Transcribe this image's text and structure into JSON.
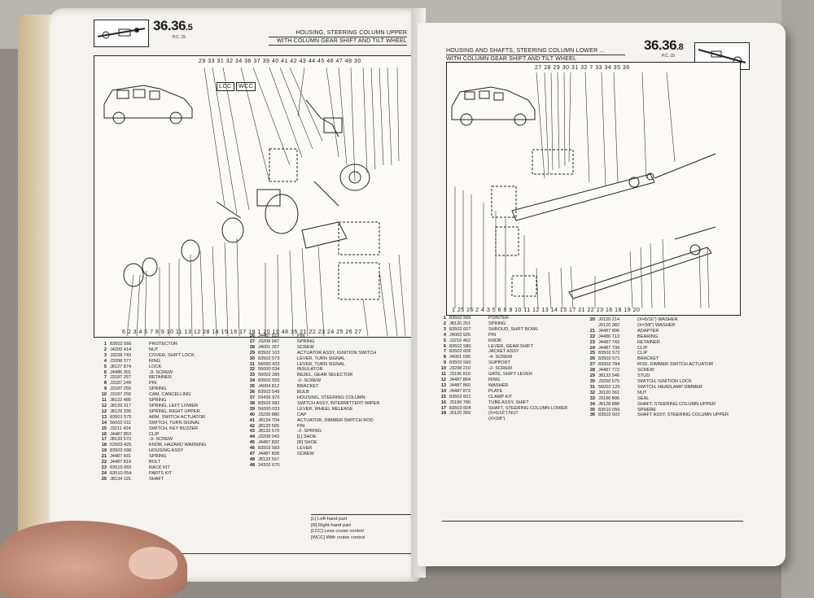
{
  "left": {
    "code": "36.36",
    "code_sub": ".5",
    "pc": "P.C. 15",
    "title1": "HOUSING, STEERING COLUMN UPPER",
    "title2": "WITH COLUMN GEAR SHIFT AND TILT WHEEL",
    "top_callouts": "29 33 31    32 34  36 37 39    40    41 42 43    44 45 46 47 48   30",
    "lcc": "LCC",
    "wcc": "WCC",
    "bottom_callouts": "6 2 3 4  5 7 8 9 10  11 13 12 28 14 15    16 17 18   1 20 19 48 35   21 22     23       24 25 26 27",
    "parts_col1": [
      {
        "n": "1",
        "p": "83502 566",
        "d": "PROTECTOR"
      },
      {
        "n": "2",
        "p": "J4200 414",
        "d": "NUT"
      },
      {
        "n": "3",
        "p": "J3228 743",
        "d": "COVER, Shift Lock"
      },
      {
        "n": "4",
        "p": "J3208 377",
        "d": "RING"
      },
      {
        "n": "5",
        "p": "J8127 874",
        "d": "LOCK"
      },
      {
        "n": "6",
        "p": "J4486 301",
        "d": "-3- SCREW"
      },
      {
        "n": "7",
        "p": "J3187 257",
        "d": "RETAINER"
      },
      {
        "n": "8",
        "p": "J3187 249",
        "d": "PIN"
      },
      {
        "n": "9",
        "p": "J3187 255",
        "d": "SPRING"
      },
      {
        "n": "10",
        "p": "J3187 256",
        "d": "CAM, Cancelling"
      },
      {
        "n": "11",
        "p": "J8122 485",
        "d": "SPRING"
      },
      {
        "n": "12",
        "p": "J8129 317",
        "d": "SPRING, Left Lower"
      },
      {
        "n": "12",
        "p": "J8129 335",
        "d": "SPRING, Right Upper"
      },
      {
        "n": "13",
        "p": "83501 575",
        "d": "ARM, Switch Actuator"
      },
      {
        "n": "14",
        "p": "56002 011",
        "d": "SWITCH, Turn Signal"
      },
      {
        "n": "15",
        "p": "J3211 424",
        "d": "SWITCH, Key Buzzer"
      },
      {
        "n": "16",
        "p": "J4487 853",
        "d": "CLIP"
      },
      {
        "n": "17",
        "p": "J8133 572",
        "d": "-3- SCREW"
      },
      {
        "n": "18",
        "p": "52003 425",
        "d": "KNOB, Hazard Warning"
      },
      {
        "n": "19",
        "p": "83502 096",
        "d": "HOUSING ASSY"
      },
      {
        "n": "21",
        "p": "J4487 831",
        "d": "SPRING"
      },
      {
        "n": "22",
        "p": "J4487 819",
        "d": "BOLT"
      },
      {
        "n": "23",
        "p": "83510 055",
        "d": "RACK KIT"
      },
      {
        "n": "24",
        "p": "83510 054",
        "d": "PARTS KIT"
      },
      {
        "n": "25",
        "p": "J8134 191",
        "d": "SHAFT"
      }
    ],
    "parts_col2": [
      {
        "n": "26",
        "p": "J4487 822",
        "d": "PIN"
      },
      {
        "n": "27",
        "p": "J3208 047",
        "d": "SPRING"
      },
      {
        "n": "28",
        "p": "J4001 267",
        "d": "SCREW"
      },
      {
        "n": "29",
        "p": "83502 103",
        "d": "ACTUATOR ASSY, Ignition Switch"
      },
      {
        "n": "30",
        "p": "83502 573",
        "d": "LEVER, Turn Signal"
      },
      {
        "n": "31",
        "p": "56000 433",
        "d": "LEVER, Turn Signal"
      },
      {
        "n": "32",
        "p": "56000 034",
        "d": "INSULATOR"
      },
      {
        "n": "33",
        "p": "56002 285",
        "d": "BEZEL, Gear Selector"
      },
      {
        "n": "34",
        "p": "83502 555",
        "d": "-2- SCREW"
      },
      {
        "n": "35",
        "p": "J4004 812",
        "d": "BRACKET"
      },
      {
        "n": "36",
        "p": "83502 549",
        "d": "BULB"
      },
      {
        "n": "37",
        "p": "59436 970",
        "d": "HOUSING, Steering Column"
      },
      {
        "n": "38",
        "p": "83502 582",
        "d": "SWITCH ASSY, Intermittent Wiper"
      },
      {
        "n": "39",
        "p": "56000 033",
        "d": "LEVER, Wheel Release"
      },
      {
        "n": "40",
        "p": "J3239 880",
        "d": "CAP"
      },
      {
        "n": "41",
        "p": "J8134 704",
        "d": "ACTUATOR, Dimmer Switch Rod"
      },
      {
        "n": "42",
        "p": "J8133 565",
        "d": "PIN"
      },
      {
        "n": "43",
        "p": "J8133 570",
        "d": "-2- SPRING"
      },
      {
        "n": "44",
        "p": "J3208 043",
        "d": "[L] SHOE"
      },
      {
        "n": "45",
        "p": "J4487 832",
        "d": "[R] SHOE"
      },
      {
        "n": "46",
        "p": "83502 583",
        "d": "LEVER"
      },
      {
        "n": "47",
        "p": "J4487 828",
        "d": "SCREW"
      },
      {
        "n": "48",
        "p": "J8133 567",
        "d": ""
      },
      {
        "n": "48",
        "p": "34202 670",
        "d": ""
      }
    ],
    "legend": [
      "[L] Left-hand part",
      "[R] Right-hand part",
      "[LCC] Less cruise control",
      "[WCC] With cruise control"
    ]
  },
  "right": {
    "code": "36.36",
    "code_sub": ".8",
    "pc": "P.C. 15",
    "title1": "HOUSING AND SHAFTS, STEERING COLUMN LOWER ...",
    "title2": "WITH COLUMN GEAR SHIFT AND TILT WHEEL",
    "top_callouts": "27 28 29 30 31 32    7      33 34    35         36",
    "bottom_callouts": "1 25 26 2 4   3  5  6  8     9 10 11   12 13 14 15       17      21 22 23 16 18        19 20",
    "parts_col1": [
      {
        "n": "1",
        "p": "83502 565",
        "d": "POINTER"
      },
      {
        "n": "2",
        "p": "J8120 251",
        "d": "SPRING"
      },
      {
        "n": "3",
        "p": "83502 607",
        "d": "SHROUD, Shift Bowl"
      },
      {
        "n": "4",
        "p": "J4003 925",
        "d": "PIN"
      },
      {
        "n": "5",
        "p": "J3216 462",
        "d": "KNOB"
      },
      {
        "n": "6",
        "p": "83502 580",
        "d": "LEVER, Gear Shift"
      },
      {
        "n": "7",
        "p": "83502 606",
        "d": "JACKET ASSY"
      },
      {
        "n": "8",
        "p": "J4001 095",
        "d": "-4- SCREW"
      },
      {
        "n": "9",
        "p": "83502 560",
        "d": "SUPPORT"
      },
      {
        "n": "10",
        "p": "J3208 210",
        "d": "-2- SCREW"
      },
      {
        "n": "11",
        "p": "J3196 816",
        "d": "GATE, Shift Lever"
      },
      {
        "n": "12",
        "p": "J4487 864",
        "d": "RING"
      },
      {
        "n": "13",
        "p": "J4487 860",
        "d": "WASHER"
      },
      {
        "n": "14",
        "p": "J4487 873",
        "d": "PLATE"
      },
      {
        "n": "15",
        "p": "83502 601",
        "d": "CLAMP KIT"
      },
      {
        "n": "16",
        "p": "J3199 786",
        "d": "TUBE ASSY, Shift"
      },
      {
        "n": "17",
        "p": "83503 604",
        "d": "SHAFT, Steering Column Lower"
      },
      {
        "n": "18",
        "p": "J0120 369",
        "d": "(X=5/16\")  NUT"
      },
      {
        "n": "",
        "p": "",
        "d": "(X=3/8\")"
      }
    ],
    "parts_col2": [
      {
        "n": "20",
        "p": "J0120 214",
        "d": "(X=5/16\")  WASHER"
      },
      {
        "n": "",
        "p": "J0120 382",
        "d": "(X=3/8\")  WASHER"
      },
      {
        "n": "21",
        "p": "J4487 896",
        "d": "ADAPTER"
      },
      {
        "n": "22",
        "p": "J4486 713",
        "d": "BEARING"
      },
      {
        "n": "23",
        "p": "J4487 743",
        "d": "RETAINER"
      },
      {
        "n": "24",
        "p": "J4487 739",
        "d": "CLIP"
      },
      {
        "n": "25",
        "p": "83502 572",
        "d": "CLIP"
      },
      {
        "n": "26",
        "p": "83502 571",
        "d": "BRACKET"
      },
      {
        "n": "27",
        "p": "83502 784",
        "d": "ROD, Dimmer Switch Actuator"
      },
      {
        "n": "28",
        "p": "J4487 772",
        "d": "SCREW"
      },
      {
        "n": "29",
        "p": "J8133 546",
        "d": "STUD"
      },
      {
        "n": "30",
        "p": "J3250 575",
        "d": "SWITCH, Ignition Lock"
      },
      {
        "n": "31",
        "p": "56002 125",
        "d": "SWITCH, Headlamp Dimmer"
      },
      {
        "n": "32",
        "p": "J0120 361",
        "d": "NUT"
      },
      {
        "n": "33",
        "p": "J3196 896",
        "d": "SEAL"
      },
      {
        "n": "34",
        "p": "J8128 888",
        "d": "SHAFT, Steering Column Upper"
      },
      {
        "n": "35",
        "p": "83510 056",
        "d": "SPHERE"
      },
      {
        "n": "36",
        "p": "83502 602",
        "d": "SHAFT ASSY, Steering Column Upper"
      }
    ]
  }
}
